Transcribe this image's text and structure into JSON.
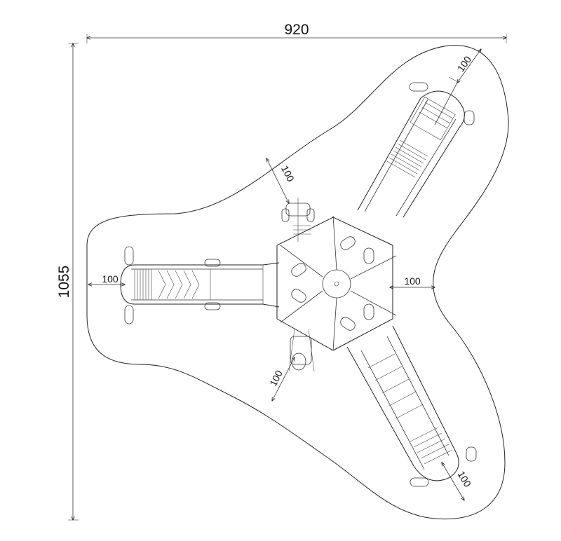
{
  "dimensions": {
    "overall_width": "920",
    "overall_height": "1055",
    "clearance_top_right": "100",
    "clearance_upper_left": "100",
    "clearance_left": "100",
    "clearance_right": "100",
    "clearance_lower_left": "100",
    "clearance_bottom_right": "100"
  }
}
